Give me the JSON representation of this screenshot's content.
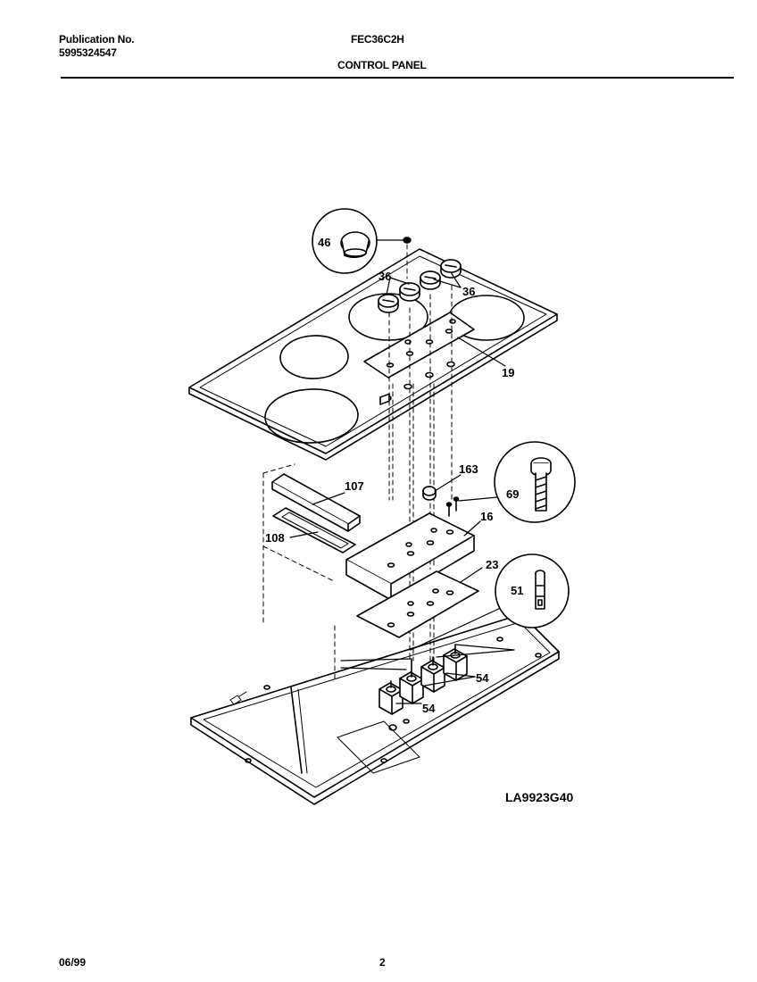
{
  "header": {
    "publication_label": "Publication No.",
    "publication_number": "5995324547",
    "model": "FEC36C2H",
    "section_title": "CONTROL PANEL"
  },
  "diagram": {
    "drawing_number": "LA9923G40",
    "callouts": {
      "c46": "46",
      "c36a": "36",
      "c36b": "36",
      "c19": "19",
      "c163": "163",
      "c107": "107",
      "c69": "69",
      "c16": "16",
      "c108": "108",
      "c23": "23",
      "c51": "51",
      "c54a": "54",
      "c54b": "54"
    }
  },
  "footer": {
    "date": "06/99",
    "page": "2"
  }
}
